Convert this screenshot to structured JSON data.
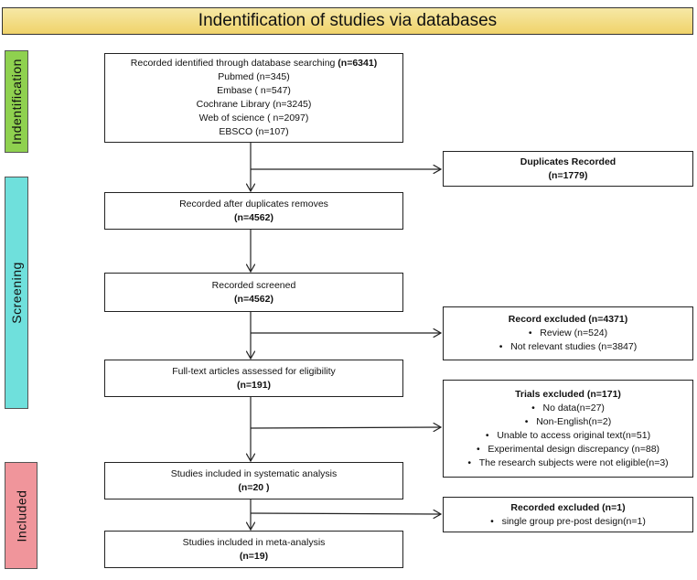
{
  "header": {
    "title": "Indentification of studies via databases"
  },
  "phases": [
    {
      "label": "Indentification",
      "color": "#8fd14f"
    },
    {
      "label": "Screening",
      "color": "#6fe0dc"
    },
    {
      "label": "Included",
      "color": "#f0959b"
    }
  ],
  "main": {
    "identified": {
      "text": "Recorded identified through database searching ",
      "count": "(n=6341)",
      "sources": [
        "Pubmed (n=345)",
        "Embase ( n=547)",
        "Cochrane Library (n=3245)",
        "Web of science ( n=2097)",
        "EBSCO (n=107)"
      ]
    },
    "after_duplicates": {
      "text": "Recorded after duplicates removes",
      "count": "(n=4562)"
    },
    "screened": {
      "text": "Recorded screened",
      "count": "(n=4562)"
    },
    "fulltext": {
      "text": "Full-text articles assessed for eligibility",
      "count": "(n=191)"
    },
    "systematic": {
      "text": "Studies included in systematic analysis",
      "count": "(n=20 )"
    },
    "meta": {
      "text": "Studies included in meta-analysis",
      "count": "(n=19)"
    }
  },
  "side": {
    "duplicates": {
      "title": "Duplicates Recorded",
      "count": "(n=1779)"
    },
    "record_excluded": {
      "title": "Record excluded (n=4371)",
      "items": [
        "Review (n=524)",
        "Not relevant studies (n=3847)"
      ]
    },
    "trials_excluded": {
      "title": "Trials excluded (n=171)",
      "items": [
        "No data(n=27)",
        "Non-English(n=2)",
        "Unable to access original text(n=51)",
        "Experimental design discrepancy (n=88)",
        "The research subjects were not eligible(n=3)"
      ]
    },
    "recorded_excluded": {
      "title": "Recorded excluded (n=1)",
      "items": [
        "single group pre-post design(n=1)"
      ]
    }
  }
}
